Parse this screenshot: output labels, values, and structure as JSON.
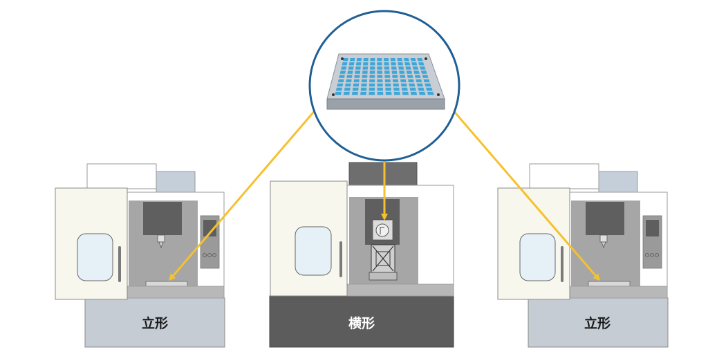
{
  "machines": [
    {
      "label": "立形"
    },
    {
      "label": "横形"
    },
    {
      "label": "立形"
    }
  ],
  "colors": {
    "arrow": "#f5c12e",
    "lens_border": "#1f5f96",
    "base_light": "#c5ccd4",
    "base_dark": "#5c5c5c",
    "enclosure": "#a6a6a6",
    "door": "#f7f7ee",
    "window": "#e6f0f7",
    "top_box": "#c5cfd9",
    "grid_cell": "#3fa6d8"
  }
}
